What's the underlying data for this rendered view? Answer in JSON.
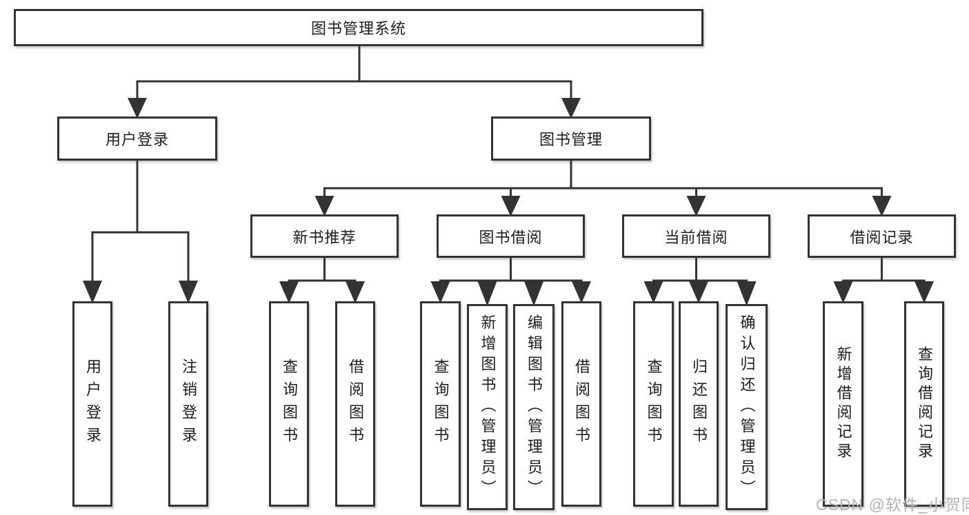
{
  "tree": {
    "root": {
      "label": "图书管理系统"
    },
    "user_login": {
      "label": "用户登录",
      "children": [
        {
          "label": "用户登录"
        },
        {
          "label": "注销登录"
        }
      ]
    },
    "book_management": {
      "label": "图书管理",
      "sections": [
        {
          "label": "新书推荐",
          "children": [
            {
              "label": "查询图书"
            },
            {
              "label": "借阅图书"
            }
          ]
        },
        {
          "label": "图书借阅",
          "children": [
            {
              "label": "查询图书"
            },
            {
              "label": "新增图书（管理员）"
            },
            {
              "label": "编辑图书（管理员）"
            },
            {
              "label": "借阅图书"
            }
          ]
        },
        {
          "label": "当前借阅",
          "children": [
            {
              "label": "查询图书"
            },
            {
              "label": "归还图书"
            },
            {
              "label": "确认归还（管理员）"
            }
          ]
        },
        {
          "label": "借阅记录",
          "children": [
            {
              "label": "新增借阅记录"
            },
            {
              "label": "查询借阅记录"
            }
          ]
        }
      ]
    }
  },
  "watermark": "CSDN @软件_小贺同学",
  "colors": {
    "line": "#333333",
    "node_border": "#333333",
    "text": "#1d1d1d",
    "watermark": "#b2b2b2",
    "background": "#ffffff"
  }
}
